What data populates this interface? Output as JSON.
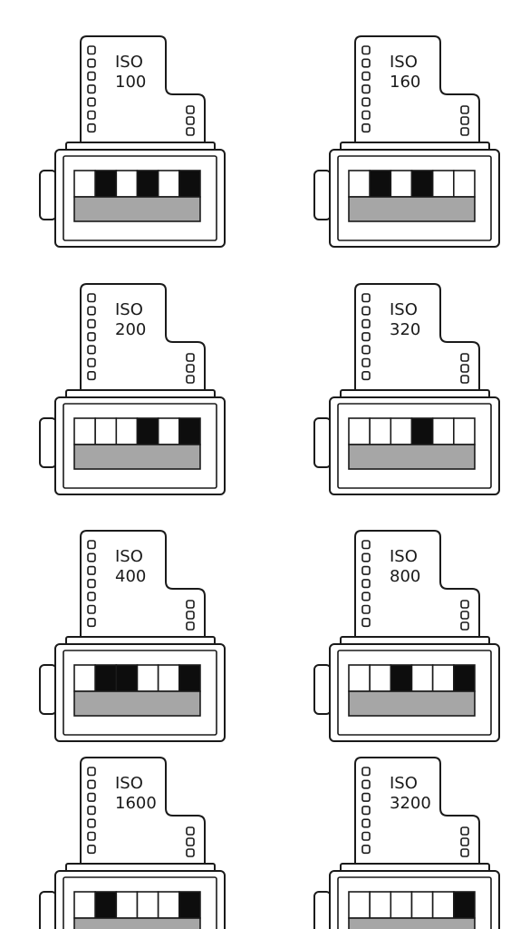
{
  "canisters": [
    {
      "label": "ISO",
      "value": "100",
      "dx_code": [
        0,
        1,
        0,
        1,
        0,
        1
      ]
    },
    {
      "label": "ISO",
      "value": "160",
      "dx_code": [
        0,
        1,
        0,
        1,
        0,
        0
      ]
    },
    {
      "label": "ISO",
      "value": "200",
      "dx_code": [
        0,
        0,
        0,
        1,
        0,
        1
      ]
    },
    {
      "label": "ISO",
      "value": "320",
      "dx_code": [
        0,
        0,
        0,
        1,
        0,
        0
      ]
    },
    {
      "label": "ISO",
      "value": "400",
      "dx_code": [
        0,
        1,
        1,
        0,
        0,
        1
      ]
    },
    {
      "label": "ISO",
      "value": "800",
      "dx_code": [
        0,
        0,
        1,
        0,
        0,
        1
      ]
    },
    {
      "label": "ISO",
      "value": "1600",
      "dx_code": [
        0,
        1,
        0,
        0,
        0,
        1
      ]
    },
    {
      "label": "ISO",
      "value": "3200",
      "dx_code": [
        0,
        0,
        0,
        0,
        0,
        1
      ]
    }
  ],
  "colors": {
    "stroke": "#1a1a1a",
    "fill": "#ffffff",
    "contact_dark": "#0d0d0d",
    "contact_light": "#ffffff",
    "ground_strip": "#a6a6a6"
  }
}
